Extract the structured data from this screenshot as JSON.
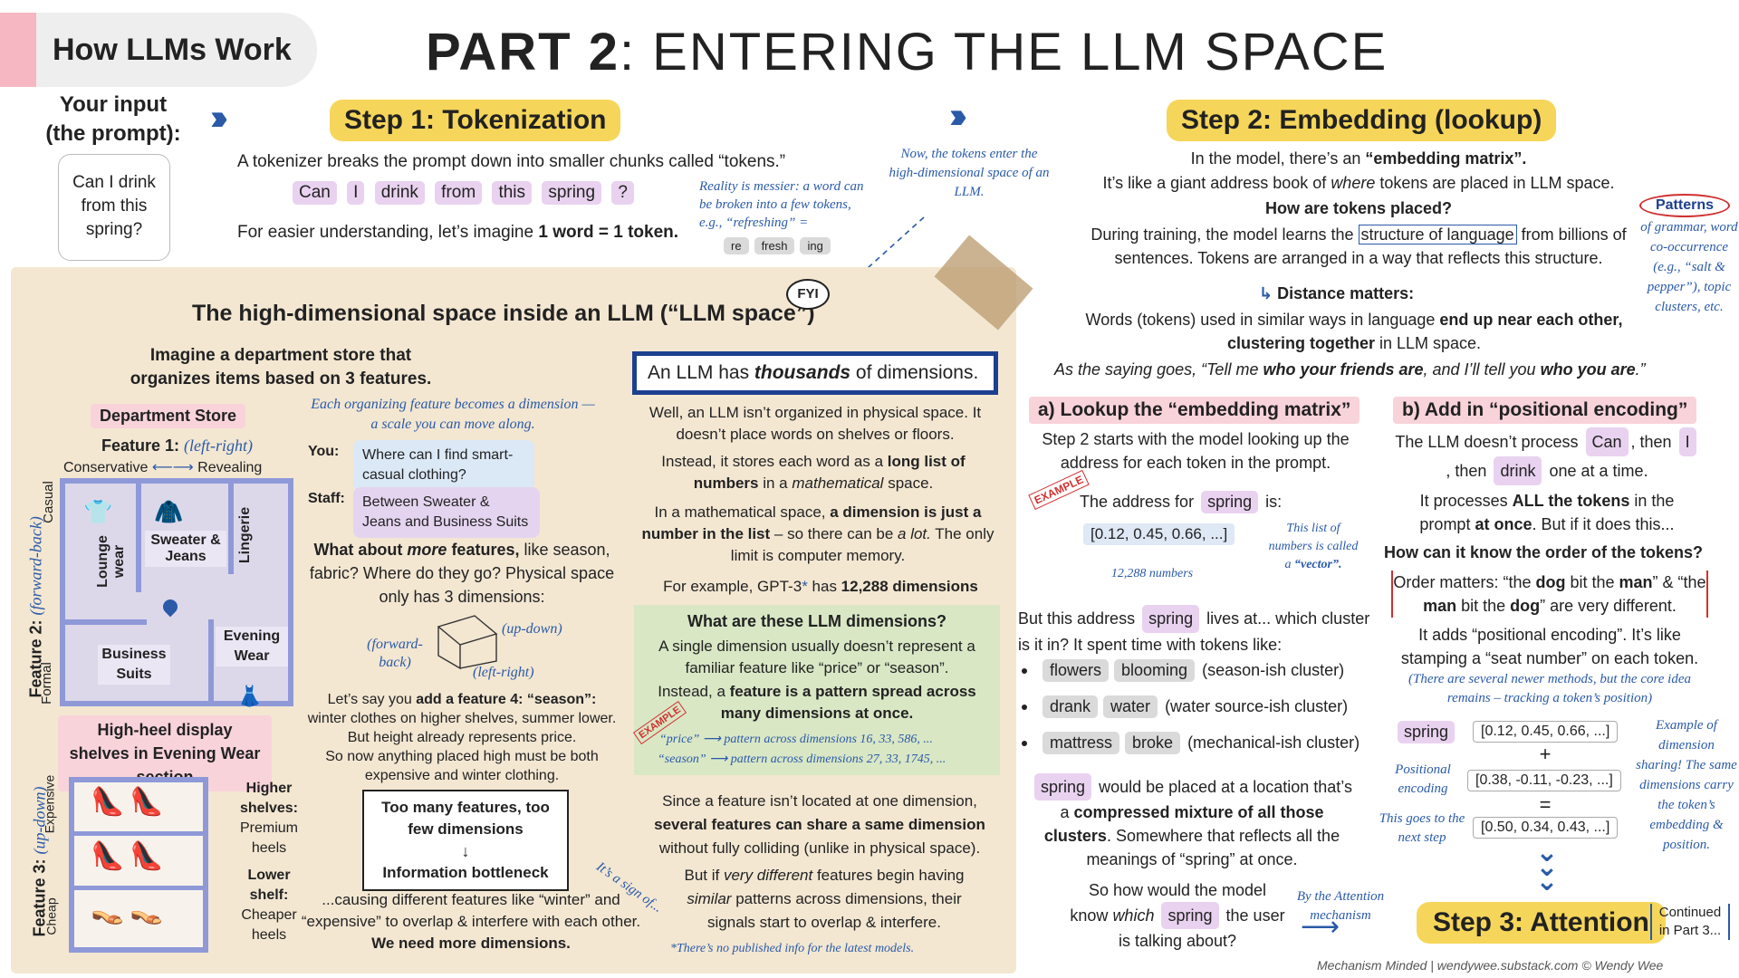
{
  "header": {
    "badge": "How LLMs Work",
    "title_bold": "PART 2",
    "title_rest": ": ENTERING THE LLM SPACE"
  },
  "input": {
    "label_1": "Your input",
    "label_2": "(the prompt):",
    "prompt": "Can I drink from this spring?"
  },
  "step1": {
    "title": "Step 1: Tokenization",
    "desc": "A tokenizer breaks the prompt down into smaller chunks called “tokens.”",
    "tokens": [
      "Can",
      "I",
      "drink",
      "from",
      "this",
      "spring",
      "?"
    ],
    "easier_pre": "For easier understanding, let’s imagine ",
    "easier_bold": "1 word = 1 token.",
    "messier": "Reality is messier: a word can be broken into a few tokens, e.g., “refreshing” =",
    "sub_tokens": [
      "re",
      "fresh",
      "ing"
    ]
  },
  "transition_note": "Now, the tokens enter the high-dimensional space of an LLM.",
  "fyi": "FYI",
  "space": {
    "title": "The high-dimensional space inside an LLM (“LLM space”)",
    "imagine": "Imagine a department store that organizes items based on 3 features.",
    "each_feature": "Each organizing feature becomes a dimension — a scale you can move along.",
    "store_label": "Department Store",
    "feature1": "Feature 1:",
    "feature1_dir": "(left-right)",
    "conservative": "Conservative",
    "revealing": "Revealing",
    "feature2": "Feature 2:",
    "feature2_dir": "(forward-back)",
    "casual": "Casual",
    "formal": "Formal",
    "sections": [
      "Lounge wear",
      "Sweater & Jeans",
      "Lingerie",
      "Business Suits",
      "Evening Wear"
    ],
    "you_label": "You:",
    "you_text": "Where can I find smart-casual clothing?",
    "staff_label": "Staff:",
    "staff_text": "Between Sweater & Jeans and Business Suits",
    "more_q_1": "What about ",
    "more_q_2": "more",
    "more_q_3": " features,",
    "more_q_4": " like season, fabric? Where do they go? Physical space only has 3 dimensions:",
    "up_down": "(up-down)",
    "forward_back": "(forward-back)",
    "left_right": "(left-right)",
    "season_1": "Let’s say you ",
    "season_2": "add a feature 4: “season”:",
    "season_3": "winter clothes on higher shelves, summer lower.",
    "season_4": "But height already represents price.",
    "season_5": "So now anything placed high must be both expensive and winter clothing.",
    "heels_label": "High-heel display shelves in Evening Wear section",
    "feature3": "Feature 3:",
    "feature3_dir": "(up-down)",
    "expensive": "Expensive",
    "cheap": "Cheap",
    "higher_shelves": "Higher shelves:",
    "premium_heels": "Premium heels",
    "lower_shelf": "Lower shelf:",
    "cheaper_heels": "Cheaper heels",
    "bottleneck_1": "Too many features, too few dimensions",
    "bottleneck_2": "Information bottleneck",
    "its_sign": "It’s a sign of...",
    "causing": "...causing different features like “winter” and “expensive” to overlap & interfere with each other.",
    "need_more": "We need more dimensions.",
    "thousands_1": "An LLM has ",
    "thousands_2": "thousands",
    "thousands_3": " of dimensions.",
    "p1": "Well, an LLM isn’t organized in physical space. It doesn’t place words on shelves or floors.",
    "p2_1": "Instead, it stores each word as a ",
    "p2_2": "long list of numbers",
    "p2_3": " in a ",
    "p2_4": "mathematical",
    "p2_5": " space.",
    "p3_1": "In a mathematical space, ",
    "p3_2": "a dimension is just a number in the list",
    "p3_3": " – so there can be ",
    "p3_4": "a lot.",
    "p3_5": " The only limit is computer memory.",
    "p4_1": "For example, GPT-3",
    "p4_2": " has ",
    "p4_3": "12,288 dimensions",
    "green_title": "What are these LLM dimensions?",
    "green_1": "A single dimension usually doesn’t represent a familiar feature like “price” or “season”.",
    "green_2_1": "Instead, a ",
    "green_2_2": "feature is a pattern spread across many dimensions at once.",
    "example": "EXAMPLE",
    "price_ex": "“price”",
    "price_dims": "pattern across dimensions 16, 33, 586, ...",
    "season_ex": "“season”",
    "season_dims": "pattern across dimensions 27, 33, 1745, ...",
    "p5_1": "Since a feature isn’t located at one dimension, ",
    "p5_2": "several features can share a same dimension",
    "p5_3": " without fully colliding (unlike in physical space).",
    "p6_1": "But if ",
    "p6_2": "very different",
    "p6_3": " features begin having ",
    "p6_4": "similar",
    "p6_5": " patterns across dimensions, their signals start to overlap & interfere.",
    "footnote": "There’s no published info for the latest models."
  },
  "step2": {
    "title": "Step 2: Embedding (lookup)",
    "intro_1": "In the model, there’s an ",
    "intro_2": "“embedding matrix”.",
    "intro_3_1": "It’s like a giant address book of ",
    "intro_3_2": "where",
    "intro_3_3": " tokens are placed in LLM space.",
    "how_placed": "How are tokens placed?",
    "training_1": "During training, the model learns the ",
    "training_2": "structure of language",
    "training_3": " from billions of sentences. Tokens are arranged in a way that reflects this structure.",
    "patterns_title": "Patterns",
    "patterns_text": "of grammar, word co-occurrence (e.g., “salt & pepper”), topic clusters, etc.",
    "distance": "Distance matters:",
    "words_1": "Words (tokens) used in similar ways in language ",
    "words_2": "end up near each other, clustering together",
    "words_3": " in LLM space.",
    "saying_1": "As the saying goes, “Tell me ",
    "saying_2": "who your friends are",
    "saying_3": ", and I’ll tell you ",
    "saying_4": "who you are",
    "saying_5": ".”"
  },
  "lookup": {
    "title": "a) Lookup the “embedding matrix”",
    "desc": "Step 2 starts with the model looking up the address for each token in the prompt.",
    "example": "EXAMPLE",
    "address_for": "The address for",
    "spring": "spring",
    "is": "is:",
    "vector": "[0.12, 0.45, 0.66, ...]",
    "numbers": "12,288 numbers",
    "vector_note_1": "This list of numbers is called a ",
    "vector_note_2": "“vector”.",
    "but_1": "But this address",
    "but_2": "lives at... which cluster is it in? It spent time with tokens like:",
    "clusters": [
      {
        "tokens": [
          "flowers",
          "blooming"
        ],
        "label": "(season-ish cluster)"
      },
      {
        "tokens": [
          "drank",
          "water"
        ],
        "label": "(water source-ish cluster)"
      },
      {
        "tokens": [
          "mattress",
          "broke"
        ],
        "label": "(mechanical-ish cluster)"
      }
    ],
    "placed_1": "would be placed at a location that’s a ",
    "placed_2": "compressed mixture of all those clusters",
    "placed_3": ". Somewhere that reflects all the meanings of “spring” at once.",
    "sohow_1": "So how would the model know ",
    "sohow_2": "which",
    "sohow_3": "the user is talking about?",
    "attention_note": "By the Attention mechanism"
  },
  "positional": {
    "title": "b) Add in “positional encoding”",
    "doesnt_1": "The LLM doesn’t process",
    "doesnt_tok1": "Can",
    "doesnt_2": ", then",
    "doesnt_tok2": "I",
    "doesnt_3": ", then",
    "doesnt_tok3": "drink",
    "doesnt_4": "one at a time.",
    "all_1": "It processes ",
    "all_2": "ALL the tokens",
    "all_3": " in the prompt ",
    "all_4": "at once",
    "all_5": ". But if it does this...",
    "order_q": "How can it know the order of the tokens?",
    "order_1": "Order matters: “the ",
    "order_2": "dog",
    "order_3": " bit the ",
    "order_4": "man",
    "order_5": "” & “the ",
    "order_6": "man",
    "order_7": " bit the ",
    "order_8": "dog",
    "order_9": "” are very different.",
    "adds": "It adds “positional encoding”. It’s like stamping a “seat number” on each token.",
    "several": "(There are several newer methods, but the core idea remains – tracking a token’s position)",
    "spring": "spring",
    "v1": "[0.12, 0.45, 0.66, ...]",
    "plus": "+",
    "v2": "[0.38, -0.11, -0.23, ...]",
    "eq": "=",
    "v3": "[0.50,  0.34, 0.43, ...]",
    "pos_enc": "Positional encoding",
    "goes_next": "This goes to the next step",
    "sharing": "Example of dimension sharing! The same dimensions carry the token’s embedding & position."
  },
  "step3": {
    "title": "Step 3: Attention",
    "continued": "Continued in Part 3..."
  },
  "footer": "Mechanism Minded | wendywee.substack.com © Wendy Wee"
}
